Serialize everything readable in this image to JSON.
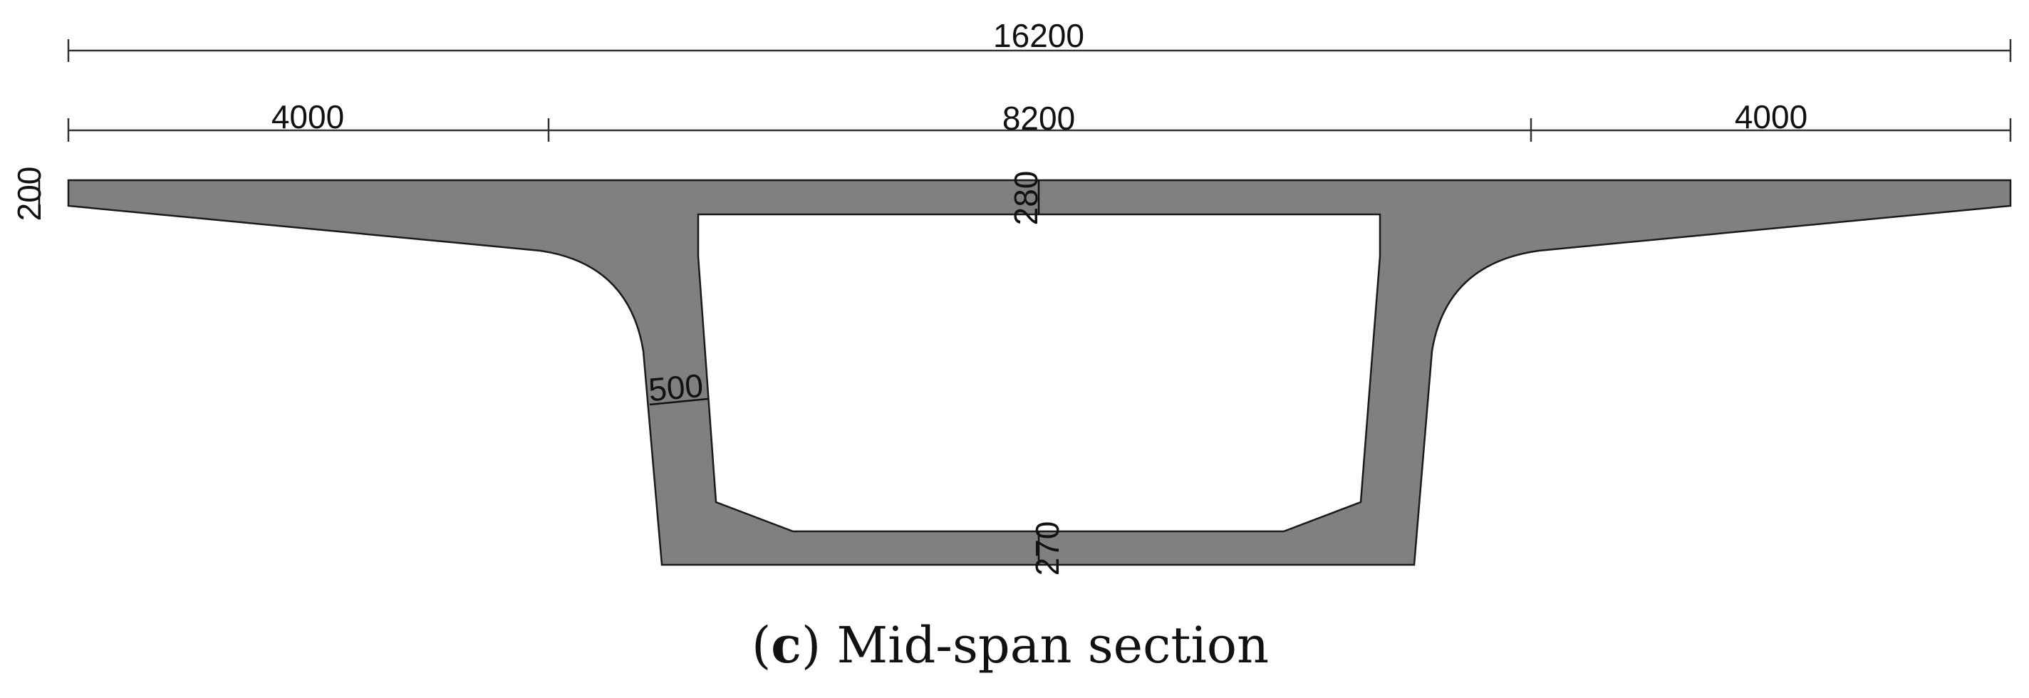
{
  "dimensions": {
    "total_width": "16200",
    "left_cantilever": "4000",
    "box_width": "8200",
    "right_cantilever": "4000",
    "cantilever_tip_thickness": "200",
    "top_slab_thickness": "280",
    "web_thickness": "500",
    "bottom_slab_thickness": "270"
  },
  "caption": {
    "label": "c",
    "title": "Mid-span section"
  },
  "colors": {
    "section_fill": "#808080",
    "section_stroke": "#1a1a1a",
    "dimension_line": "#333333",
    "text": "#111111"
  }
}
